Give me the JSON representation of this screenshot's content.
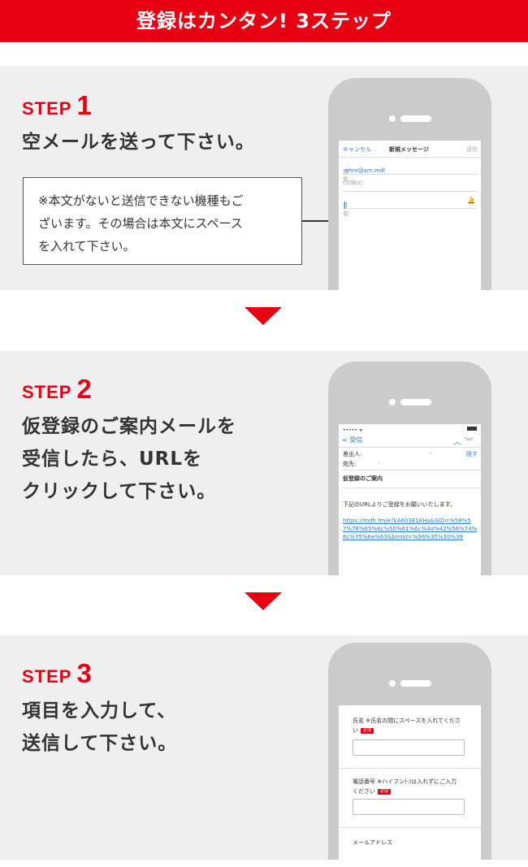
{
  "header": {
    "title": "登録はカンタン! 3ステップ"
  },
  "steps": [
    {
      "label": "STEP",
      "number": "1",
      "title_lines": [
        "空メールを送って下さい。"
      ],
      "note_lines": [
        "※本文がないと送信できない機種もご",
        "ざいます。その場合は本文にスペース",
        "を入れて下さい。"
      ],
      "screen": {
        "cancel": "キャンセル",
        "title": "新規メッセージ",
        "send": "送信",
        "to_label": "宛先:",
        "to_value": "ohm@am.mdl",
        "cc_label": "Cc/Bcc:",
        "subject_label": "件名:"
      }
    },
    {
      "label": "STEP",
      "number": "2",
      "title_lines": [
        "仮登録のご案内メールを",
        "受信したら、URLを",
        "クリックして下さい。"
      ],
      "screen": {
        "status": "•••••  ᯤ",
        "back": "< 受信",
        "from_label": "差出人:",
        "details": "隠す",
        "to_label": "宛先:",
        "subject": "仮登録のご案内",
        "body": "下記のURLよりご登録をお願いいたします。",
        "link": "https://mdh.fm/e?kA603E1KHa&SID=%58%57%76%65%6c%50%61%6c%4a%42%56%74%6c%75%6e%63&blmid=%36%35%30%39"
      }
    },
    {
      "label": "STEP",
      "number": "3",
      "title_lines": [
        "項目を入力して、",
        "送信して下さい。"
      ],
      "screen": {
        "name_label": "氏名 ※氏名の間にスペースを入れてくださ",
        "name_label_2": "い",
        "required": "必須",
        "phone_label": "電話番号 ※ハイフン(-)は入れずにご入力",
        "phone_label_2": "ください",
        "email_label": "メールアドレス"
      }
    }
  ],
  "colors": {
    "accent": "#e60012",
    "panel": "#efefef",
    "phone": "#cbcbcb",
    "link": "#2b7bd6"
  }
}
